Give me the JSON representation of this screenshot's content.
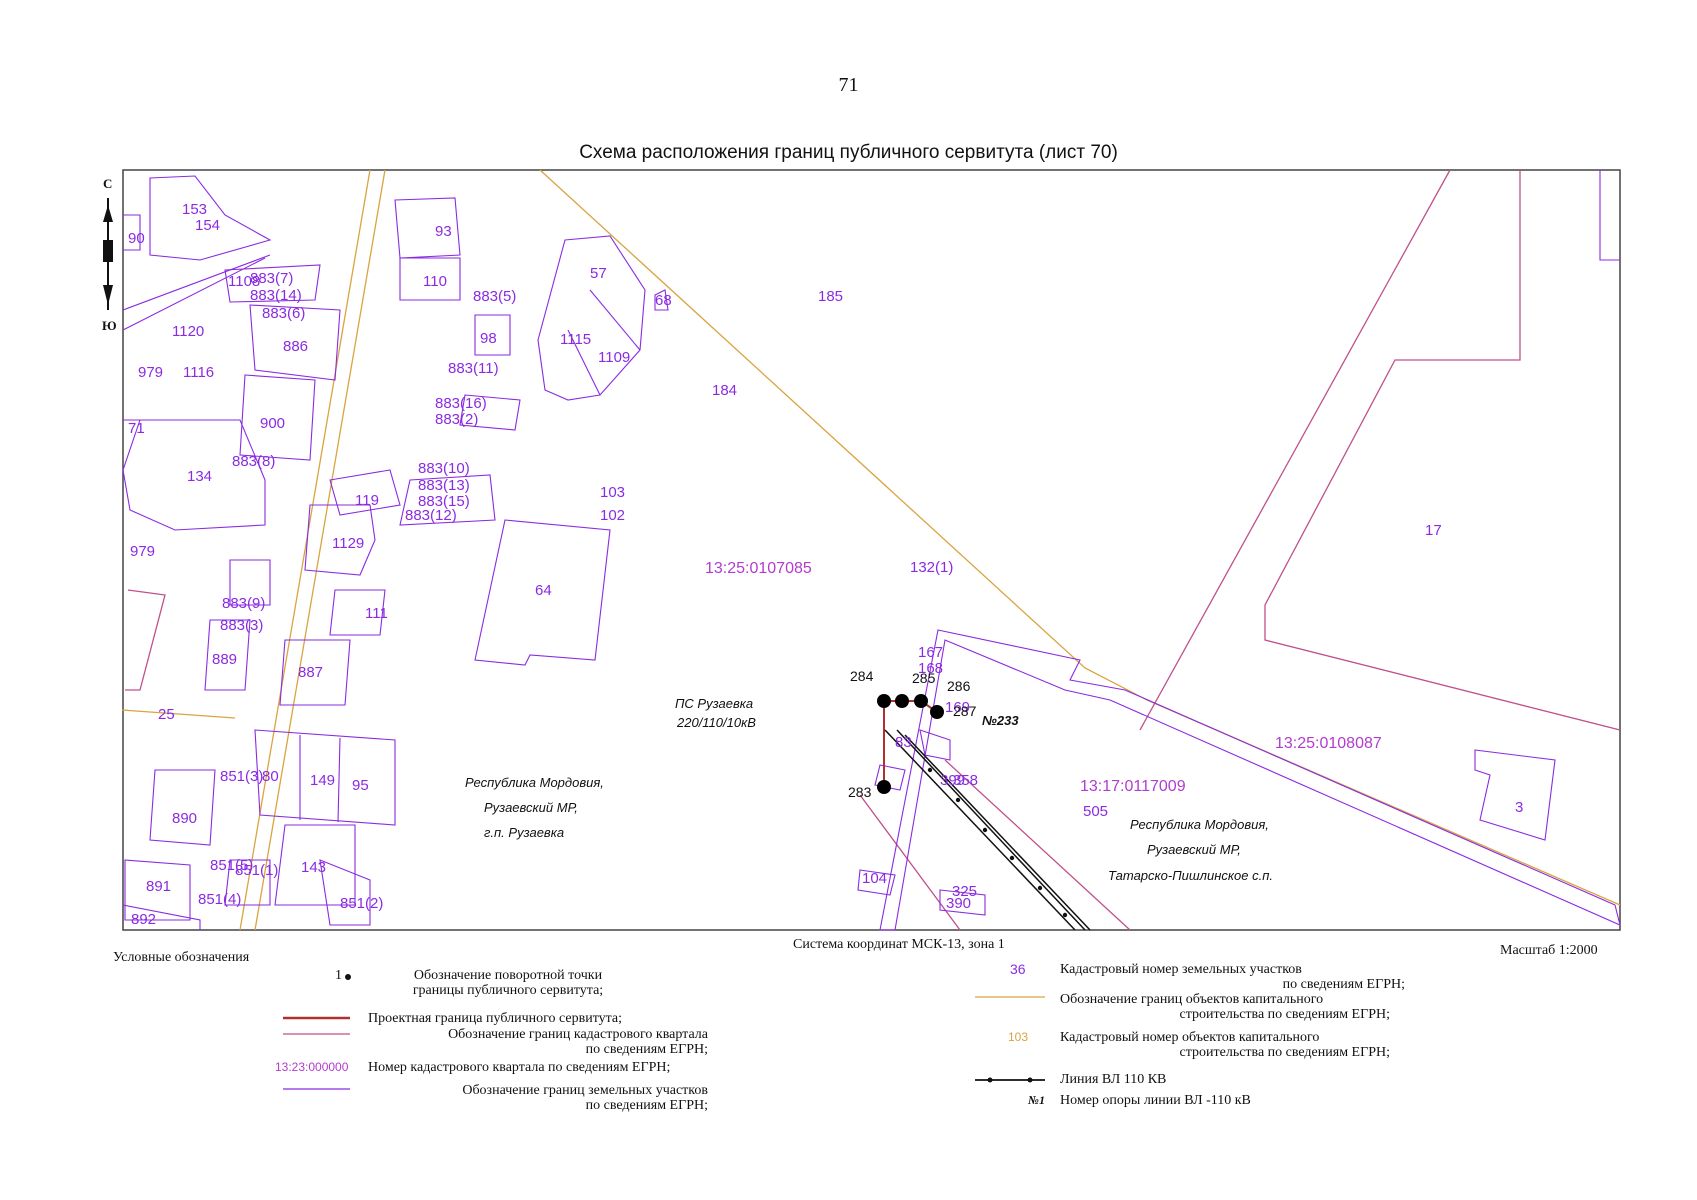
{
  "page": {
    "number": "71",
    "title": "Схема расположения границ публичного сервитута (лист 70)",
    "coordinate_system": "Система координат МСК-13, зона 1",
    "scale": "Масштаб 1:2000",
    "compass": {
      "north": "С",
      "south": "Ю"
    }
  },
  "map": {
    "parcels": [
      "153",
      "154",
      "90",
      "1108",
      "883(7)",
      "883(14)",
      "883(6)",
      "1120",
      "886",
      "979",
      "1116",
      "71",
      "900",
      "134",
      "883(8)",
      "979",
      "883(9)",
      "883(3)",
      "889",
      "25",
      "851(3)",
      "80",
      "149",
      "95",
      "890",
      "851(5)",
      "851(1)",
      "143",
      "891",
      "851(4)",
      "851(2)",
      "892",
      "93",
      "110",
      "883(5)",
      "98",
      "883(11)",
      "883(16)",
      "883(2)",
      "883(10)",
      "883(13)",
      "883(15)",
      "883(12)",
      "119",
      "1129",
      "111",
      "887",
      "57",
      "1115",
      "1109",
      "68",
      "185",
      "184",
      "103",
      "102",
      "64",
      "132(1)",
      "167",
      "168",
      "169",
      "399",
      "358",
      "505",
      "17",
      "3",
      "104",
      "390",
      "325",
      "83"
    ],
    "quarters": [
      "13:25:0107085",
      "13:25:0108087",
      "13:17:0117009"
    ],
    "places": {
      "substation": [
        "ПС Рузаевка",
        "220/110/10кВ"
      ],
      "ruzaevka": [
        "Республика Мордовия,",
        "Рузаевский МР,",
        "г.п. Рузаевка"
      ],
      "tatarsko": [
        "Республика Мордовия,",
        "Рузаевский МР,",
        "Татарско-Пишлинское с.п."
      ]
    },
    "points": [
      "283",
      "284",
      "285",
      "286",
      "287"
    ],
    "pole_label": "№233"
  },
  "legend": {
    "title": "Условные обозначения",
    "items": [
      {
        "symbol": "1",
        "text": [
          "Обозначение поворотной точки",
          "границы публичного сервитута;"
        ]
      },
      {
        "text": [
          "Проектная граница публичного сервитута;"
        ]
      },
      {
        "text": [
          "Обозначение границ кадастрового квартала",
          "по сведениям ЕГРН;"
        ]
      },
      {
        "symbol": "13:23:000000",
        "text": [
          "Номер кадастрового квартала по сведениям ЕГРН;"
        ]
      },
      {
        "text": [
          "Обозначение границ земельных участков",
          "по сведениям ЕГРН;"
        ]
      },
      {
        "symbol": "36",
        "text": [
          "Кадастровый номер земельных участков",
          "по сведениям ЕГРН;"
        ]
      },
      {
        "text": [
          "Обозначение границ объектов капитального",
          "строительства по сведениям ЕГРН;"
        ]
      },
      {
        "symbol": "103",
        "text": [
          "Кадастровый номер объектов капитального",
          "строительства по сведениям ЕГРН;"
        ]
      },
      {
        "text": [
          "Линия ВЛ 110 КВ"
        ]
      },
      {
        "symbol": "№1",
        "text": [
          "Номер опоры линии ВЛ -110 кВ"
        ]
      }
    ]
  },
  "colors": {
    "parcel_border": "#8a2be2",
    "quarter_border": "#c0508a",
    "building_border": "#d2b06a",
    "servitude_border": "#b03030",
    "road": "#d9a441",
    "powerline": "#111111"
  }
}
